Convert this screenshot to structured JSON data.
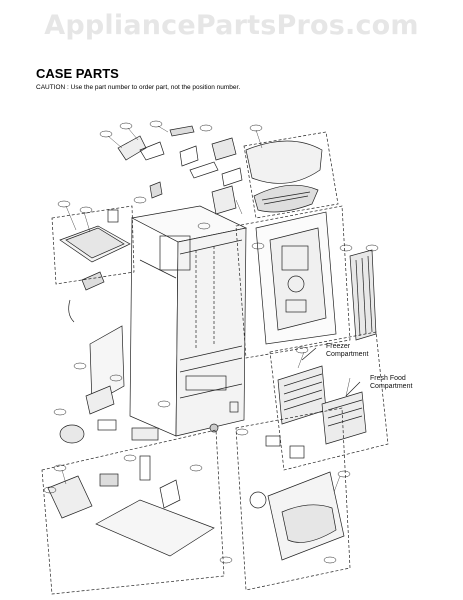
{
  "watermark": "AppliancePartsPros.com",
  "header": {
    "title": "CASE PARTS",
    "caution": "CAUTION : Use the part number to order part, not the position number."
  },
  "labels": {
    "freezer_line1": "Freezer",
    "freezer_line2": "Compartment",
    "fresh_line1": "Fresh Food",
    "fresh_line2": "Compartment"
  }
}
